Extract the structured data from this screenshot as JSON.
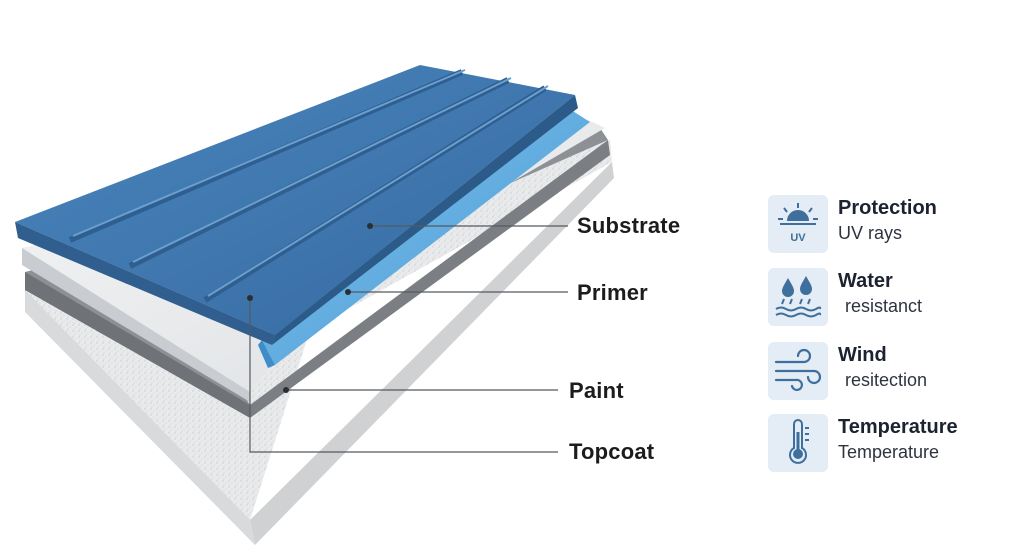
{
  "layers": {
    "substrate": "Substrate",
    "primer": "Primer",
    "paint": "Paint",
    "topcoat": "Topcoat"
  },
  "features": [
    {
      "title": "Protection",
      "subtitle": "UV rays",
      "icon": "sun-uv-icon",
      "icon_text": "UV"
    },
    {
      "title": "Water",
      "subtitle": "resistanct",
      "icon": "water-drops-icon"
    },
    {
      "title": "Wind",
      "subtitle": "resitection",
      "icon": "wind-icon"
    },
    {
      "title": "Temperature",
      "subtitle": "Temperature",
      "icon": "thermometer-icon"
    }
  ],
  "colors": {
    "panel_blue": "#3d76ad",
    "primer_blue": "#5aa7de",
    "icon_blue": "#3f6f9c",
    "icon_bg": "#e4ecf5"
  }
}
